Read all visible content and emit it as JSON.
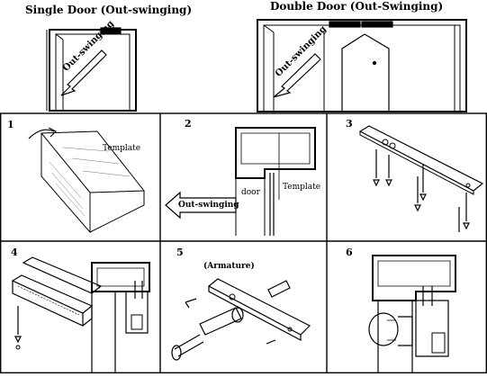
{
  "headings": {
    "single": "Single Door (Out-swinging)",
    "double": "Double Door (Out-Swinging)"
  },
  "door_labels": {
    "single_arrow": "Out-swinging",
    "double_arrow": "Out-swinging"
  },
  "steps": [
    {
      "number": "1",
      "label": "Template"
    },
    {
      "number": "2",
      "label": "Template",
      "door_label": "door",
      "arrow_label": "Out-swinging"
    },
    {
      "number": "3"
    },
    {
      "number": "4"
    },
    {
      "number": "5",
      "label": "(Armature)"
    },
    {
      "number": "6"
    }
  ]
}
